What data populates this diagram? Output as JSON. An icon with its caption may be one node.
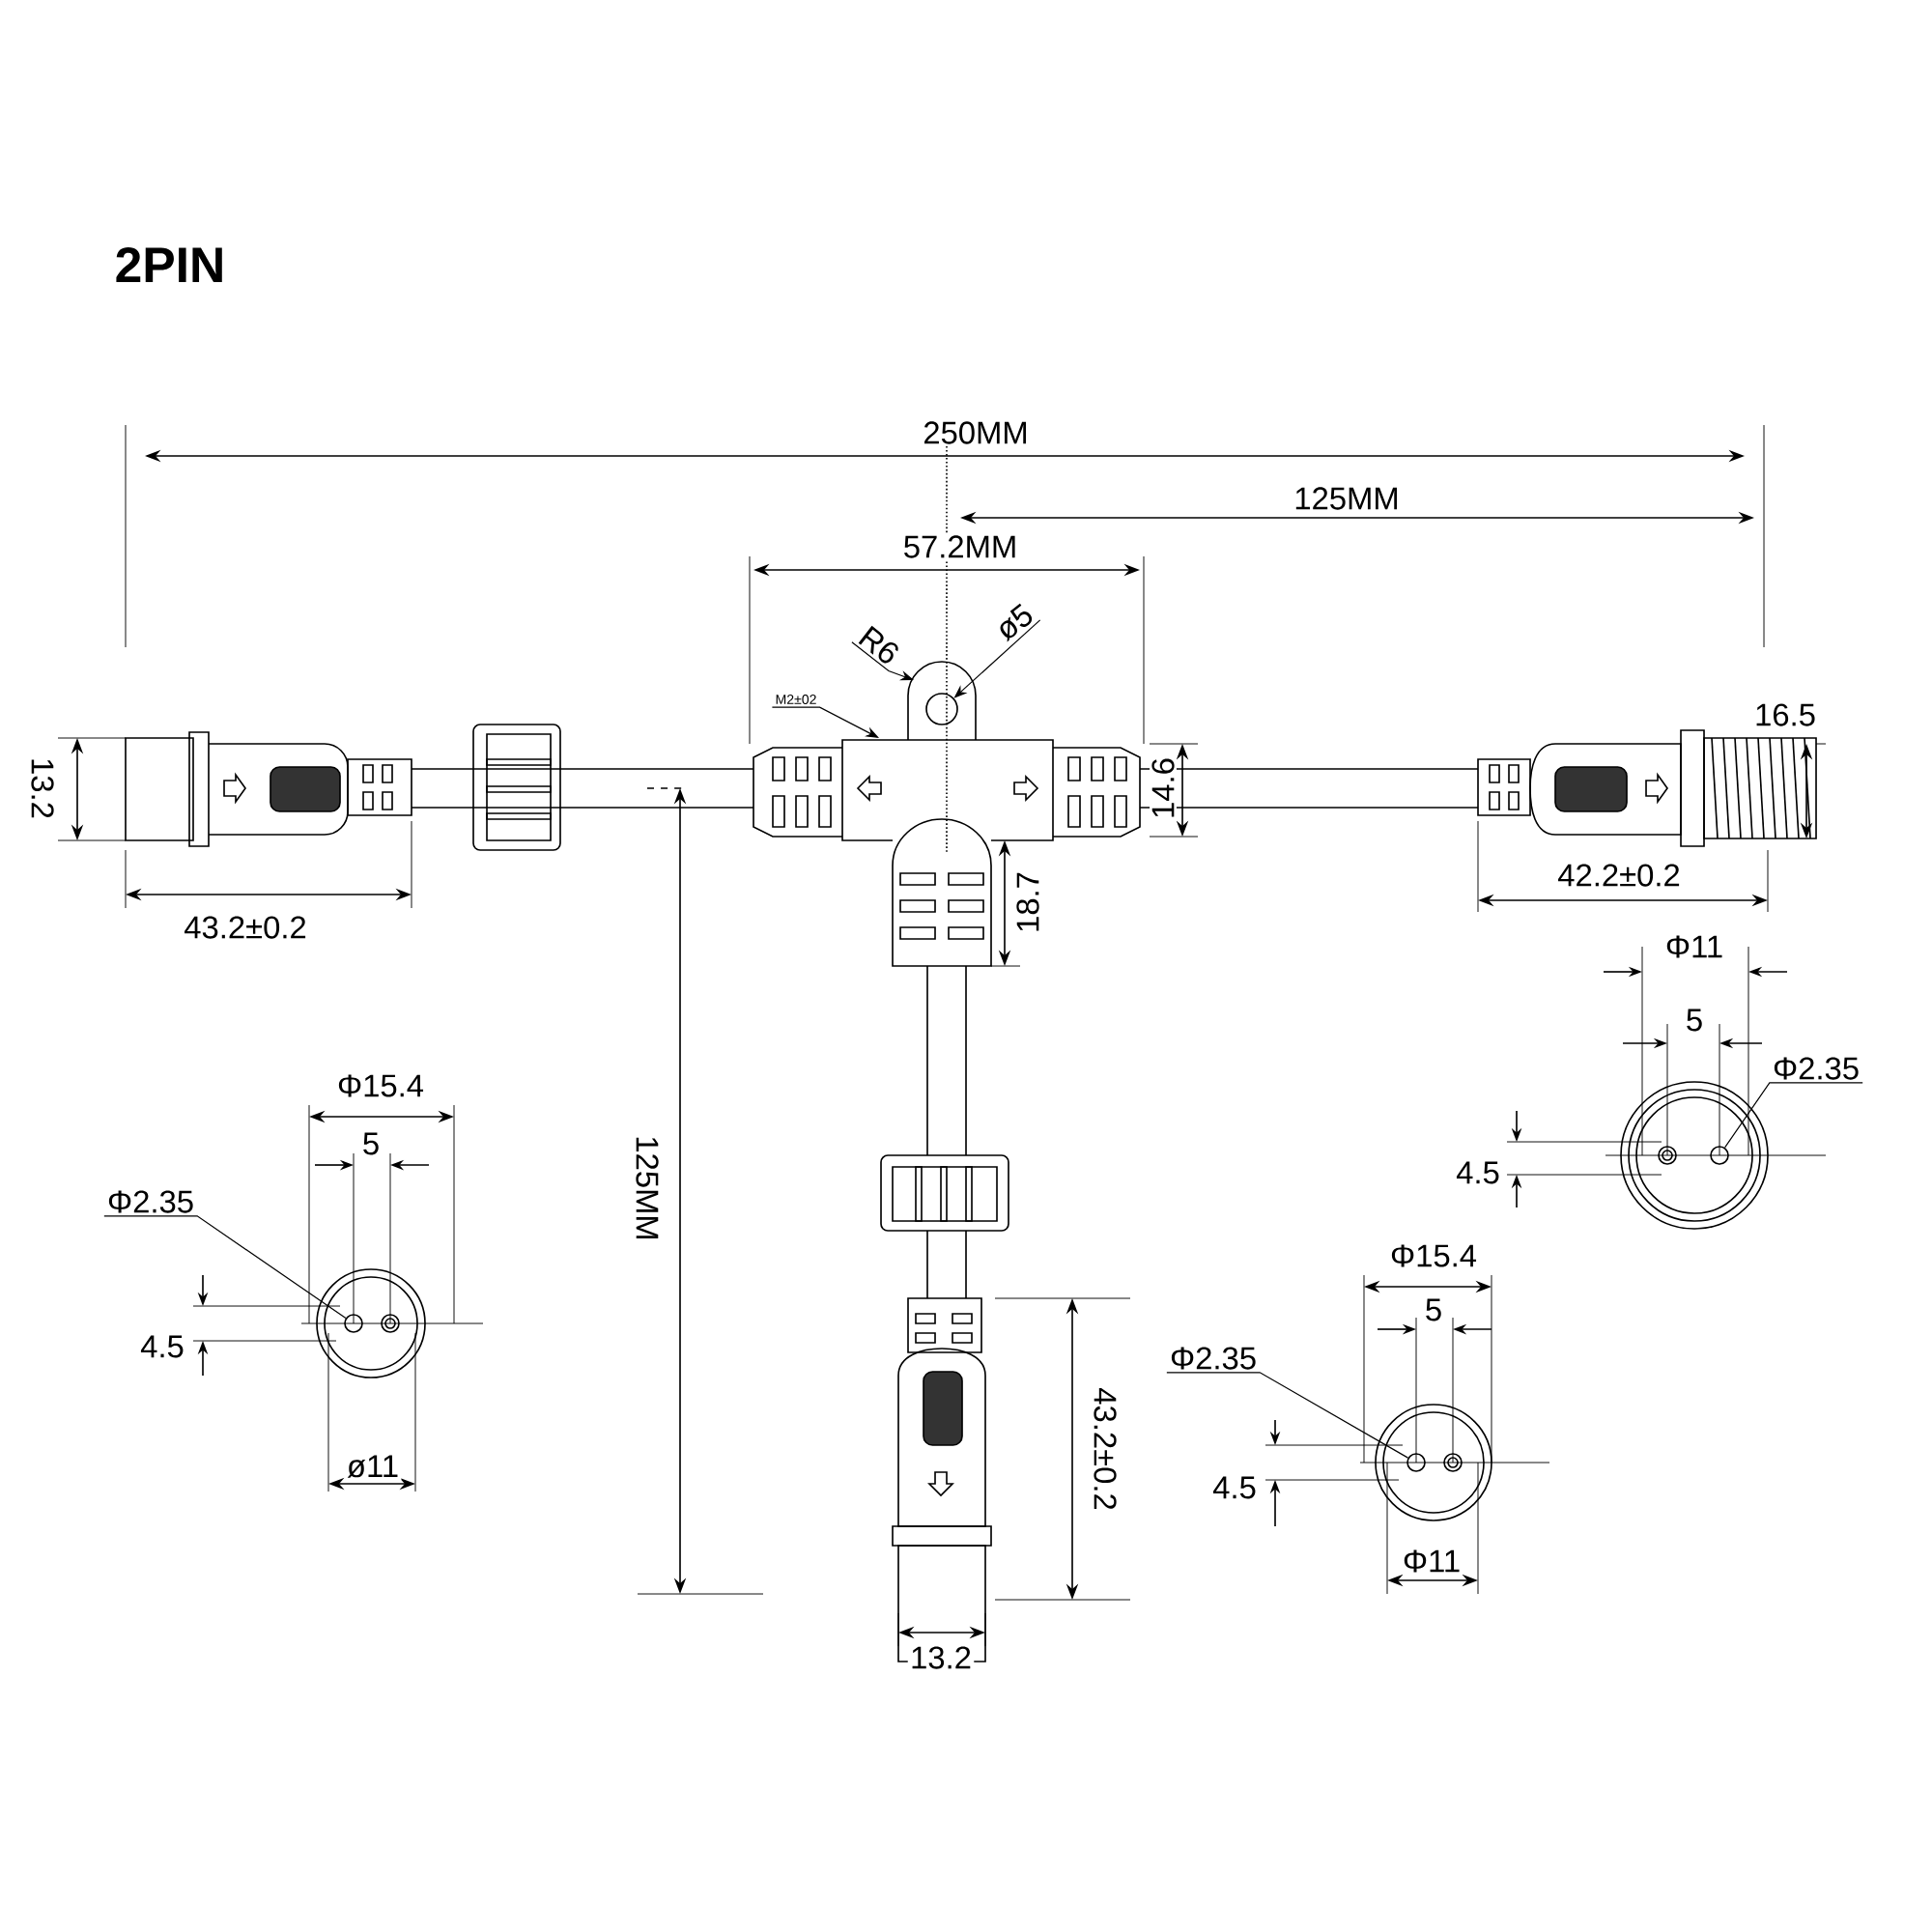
{
  "diagram": {
    "title": "2PIN",
    "nodes": [
      {
        "text": [
          "R6"
        ]
      },
      {
        "text": [
          "ø5"
        ]
      },
      {
        "text": [
          "M2±02"
        ]
      },
      {
        "text": [
          "Φ2.35"
        ]
      },
      {
        "text": [
          "Φ2.35"
        ]
      },
      {
        "text": [
          "Φ2.35"
        ]
      },
      {
        "text": [],
        "shape": "circle"
      },
      {
        "text": [],
        "shape": "circle"
      },
      {
        "text": [],
        "shape": "circle"
      },
      {
        "text": [],
        "shape": "circle"
      }
    ],
    "edges": [
      {
        "from": 0,
        "to": null,
        "arrow": "to"
      },
      {
        "from": 1,
        "to": 6,
        "arrow": "to"
      },
      {
        "from": 2,
        "to": null,
        "arrow": "to"
      },
      {
        "from": 3,
        "to": 9,
        "arrow": "none"
      },
      {
        "from": 4,
        "to": 7,
        "arrow": "none"
      },
      {
        "from": 5,
        "to": 8,
        "arrow": "none"
      }
    ],
    "labels": [
      "250MM",
      "125MM",
      "57.2MM",
      "16.5",
      "13.2",
      "14.6",
      "18.7",
      "42.2±0.2",
      "43.2±0.2",
      "Φ11",
      "5",
      "Φ15.4",
      "5",
      "4.5",
      "125MM",
      "Φ15.4",
      "5",
      "4.5",
      "43.2±0.2",
      "ø11",
      "4.5",
      "Φ11",
      "13.2"
    ]
  }
}
